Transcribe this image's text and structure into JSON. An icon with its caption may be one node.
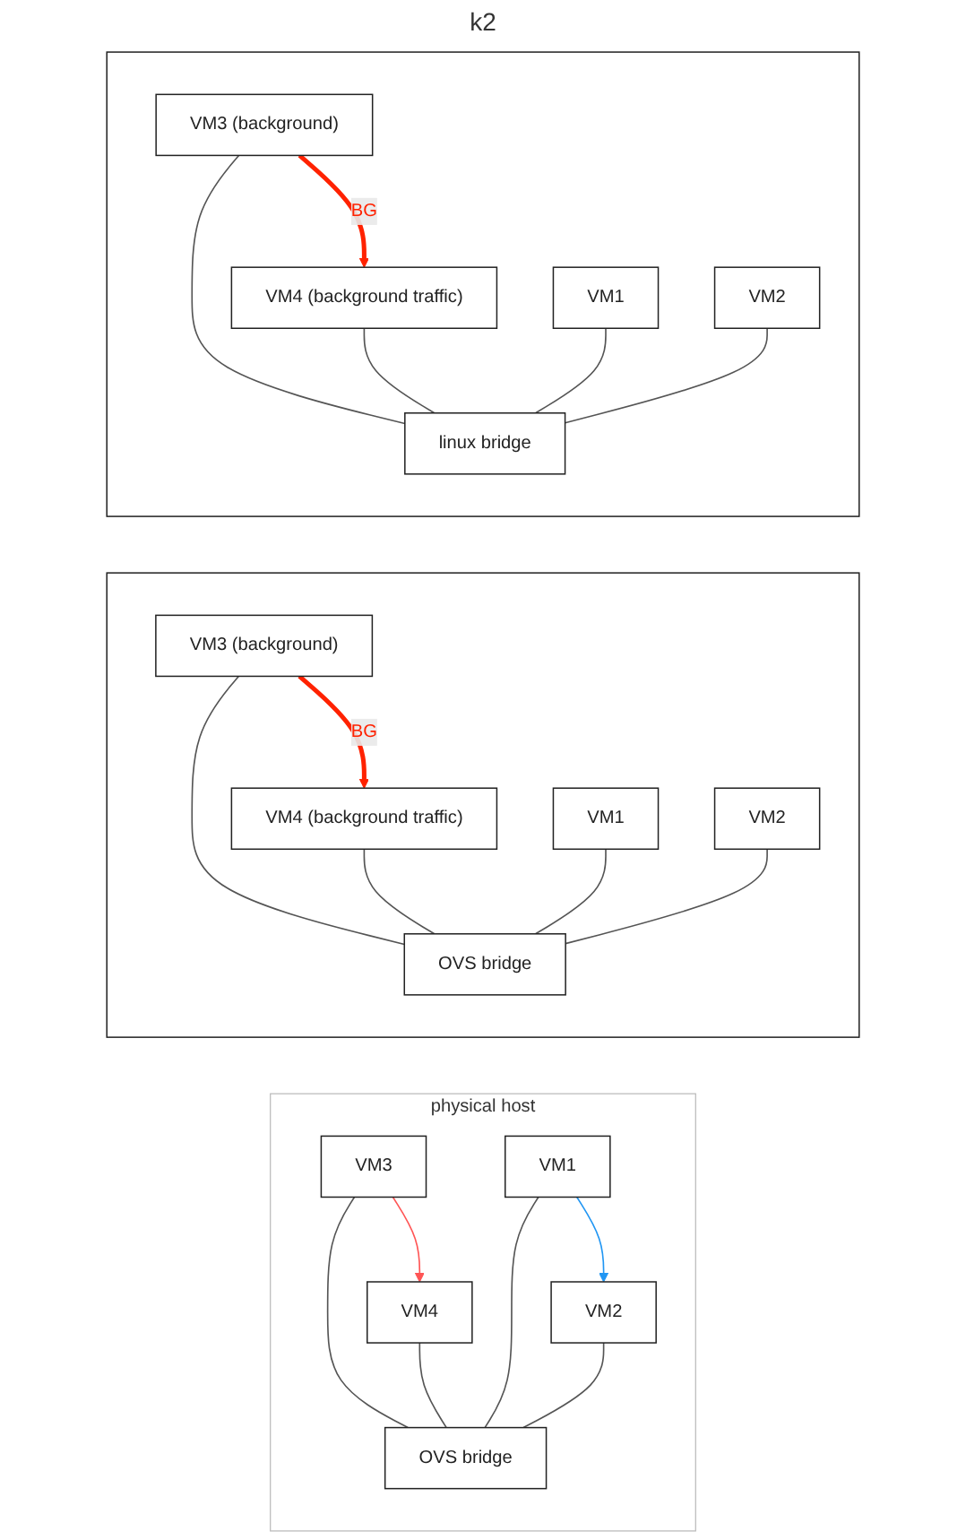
{
  "diagram": {
    "nodes": [
      {
        "text": [],
        "shape": "box"
      },
      {
        "text": [
          "VM3 (background)"
        ],
        "in": 0
      },
      {
        "text": [
          "VM4 (background traffic)"
        ],
        "in": 0
      },
      {
        "text": [
          "VM1"
        ],
        "in": 0
      },
      {
        "text": [
          "linux bridge"
        ],
        "in": 0
      },
      {
        "text": [
          "VM2"
        ],
        "in": 0
      },
      {
        "text": [],
        "shape": "box"
      },
      {
        "text": [
          "VM3 (background)"
        ],
        "in": 6
      },
      {
        "text": [
          "VM4 (background traffic)"
        ],
        "in": 6
      },
      {
        "text": [
          "VM1"
        ],
        "in": 6
      },
      {
        "text": [
          "OVS bridge"
        ],
        "in": 6
      },
      {
        "text": [
          "VM2"
        ],
        "in": 6
      },
      {
        "text": [
          "physical host"
        ]
      },
      {
        "text": [
          "VM3"
        ],
        "in": 12
      },
      {
        "text": [
          "VM4"
        ],
        "in": 12
      },
      {
        "text": [
          "VM1"
        ],
        "in": 12
      },
      {
        "text": [
          "OVS bridge"
        ],
        "in": 12
      },
      {
        "text": [
          "VM2"
        ],
        "in": 12
      }
    ],
    "edges": [
      {
        "from": 1,
        "to": 4,
        "arrow": "none"
      },
      {
        "from": 2,
        "to": 4,
        "arrow": "none"
      },
      {
        "from": 3,
        "to": 4,
        "arrow": "none"
      },
      {
        "from": 5,
        "to": 4,
        "arrow": "none"
      },
      {
        "from": 1,
        "to": 2,
        "arrow": "to",
        "label": "BG",
        "style": "thick",
        "color": "#ff2200"
      },
      {
        "from": 7,
        "to": 10,
        "arrow": "none"
      },
      {
        "from": 8,
        "to": 10,
        "arrow": "none"
      },
      {
        "from": 9,
        "to": 10,
        "arrow": "none"
      },
      {
        "from": 11,
        "to": 10,
        "arrow": "none"
      },
      {
        "from": 7,
        "to": 8,
        "arrow": "to",
        "label": "BG",
        "style": "thick",
        "color": "#ff2200"
      },
      {
        "from": 13,
        "to": 16,
        "arrow": "none"
      },
      {
        "from": 14,
        "to": 16,
        "arrow": "none"
      },
      {
        "from": 15,
        "to": 16,
        "arrow": "none"
      },
      {
        "from": 17,
        "to": 16,
        "arrow": "none"
      },
      {
        "from": 13,
        "to": 14,
        "arrow": "to",
        "color": "#ff5555"
      },
      {
        "from": 15,
        "to": 17,
        "arrow": "to",
        "color": "#2196f3"
      }
    ],
    "labels": [
      "k2"
    ]
  }
}
